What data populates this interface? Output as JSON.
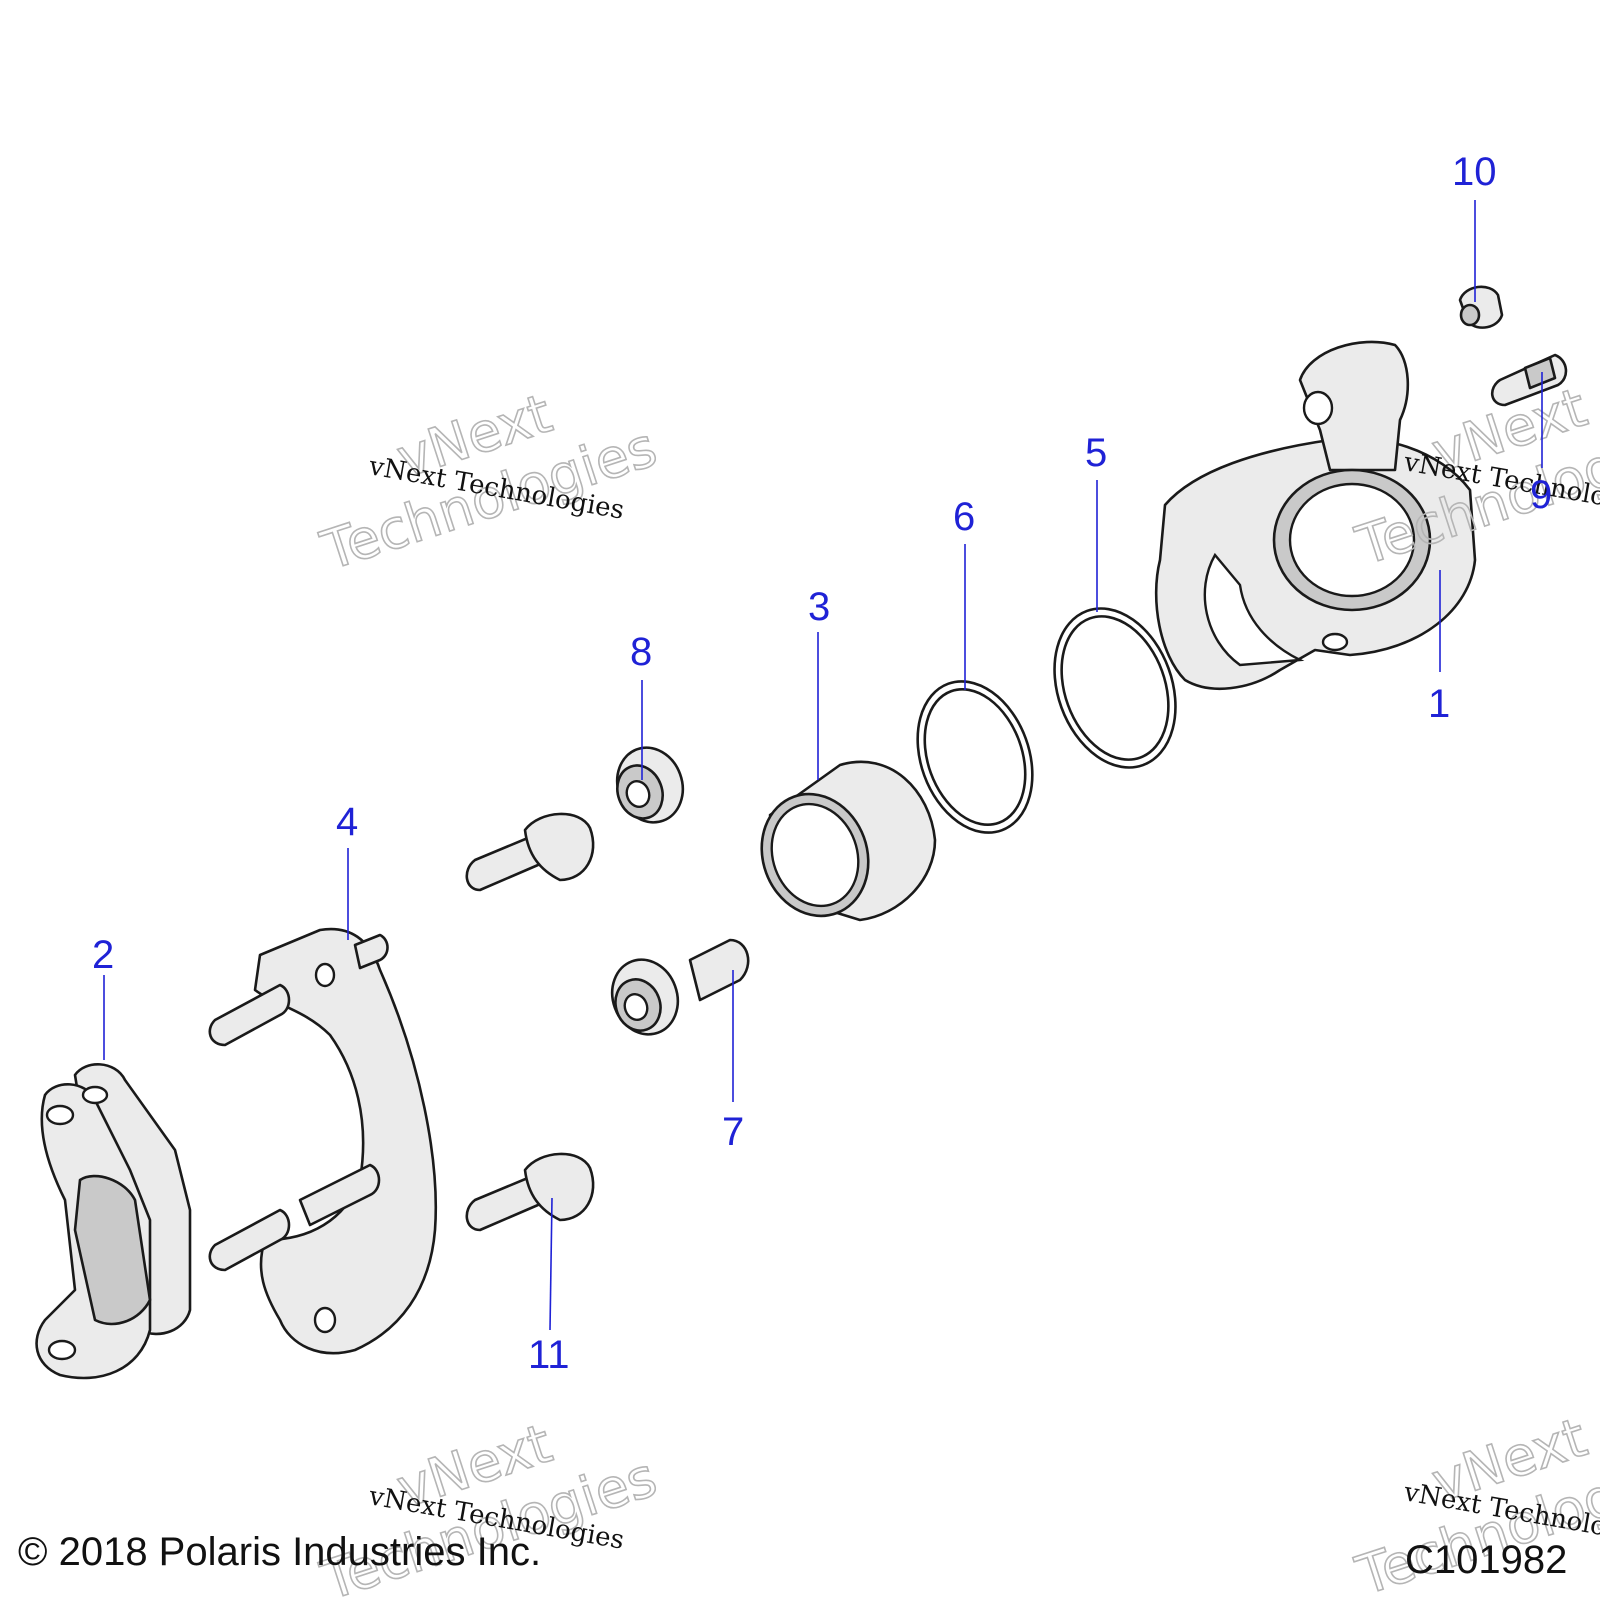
{
  "callouts": [
    {
      "id": "1",
      "label": "1"
    },
    {
      "id": "2",
      "label": "2"
    },
    {
      "id": "3",
      "label": "3"
    },
    {
      "id": "4",
      "label": "4"
    },
    {
      "id": "5",
      "label": "5"
    },
    {
      "id": "6",
      "label": "6"
    },
    {
      "id": "7",
      "label": "7"
    },
    {
      "id": "8",
      "label": "8"
    },
    {
      "id": "9",
      "label": "9"
    },
    {
      "id": "10",
      "label": "10"
    },
    {
      "id": "11",
      "label": "11"
    }
  ],
  "watermark": {
    "small_text": "vNext Technologies",
    "big_line_1": "vNext",
    "big_line_2": "Technologies"
  },
  "footer": {
    "copyright": "© 2018 Polaris Industries Inc.",
    "drawing_code": "C101982"
  },
  "colors": {
    "callout": "#1f22d6",
    "line": "#1a1a1a"
  }
}
